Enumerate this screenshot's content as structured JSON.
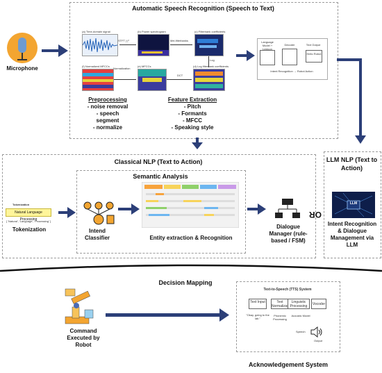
{
  "colors": {
    "arrow": "#2c3f78",
    "dashed": "#9a9a9a",
    "mic_body": "#f3a531",
    "mic_head": "#6e9bd1"
  },
  "asr": {
    "title": "Automatic Speech Recognition (Speech to Text)",
    "panels": {
      "a": "(a) Time-domain signal",
      "b": "(b) Power spectrogram",
      "c": "(c) Filterbank coefficients",
      "d": "(d) Log filterbank coefficients",
      "e": "(e) MFCCs",
      "f": "(f) Normalized MFCCs"
    },
    "stft": "STFT |·|²",
    "mel": "Mel-filterbanks",
    "log": "Log",
    "dct": "DCT",
    "normalization": "Normalization",
    "model_labels": {
      "lm": "Language Model + Lexicon",
      "decoder": "Decoder",
      "text_output": "Text Output",
      "hello": "Hello Robot",
      "intent": "Intent Recognition → Robot Action"
    },
    "preprocessing": {
      "title": "Preprocessing",
      "items": [
        "- noise removal",
        "- speech",
        "segment",
        "- normalize"
      ]
    },
    "features": {
      "title": "Feature Extraction",
      "items": [
        "- Pitch",
        "- Formants",
        "- MFCC",
        "- Speaking style"
      ]
    }
  },
  "microphone_label": "Microphone",
  "classical": {
    "title": "Classical NLP (Text to Action)",
    "semantic_title": "Semantic Analysis",
    "tokenization_head": "Tokenization",
    "tokens_text": "Natural Language Processing",
    "tokens_split": "[ 'Natural', 'Language', 'Processing' ]",
    "tokenization_label": "Tokenization",
    "intend": "Intend Classifier",
    "entity": "Entity extraction & Recognition",
    "dialogue": "Dialogue Manager (rule-based / FSM)"
  },
  "or_label": "OR",
  "llm": {
    "title": "LLM NLP (Text to Action)",
    "chip": "LLM",
    "caption": "Intent Recognition & Dialogue Management via LLM"
  },
  "decision_mapping": "Decision Mapping",
  "robot_label": "Command Executed by Robot",
  "tts": {
    "title": "Text-to-Speech (TTS) System",
    "text_input": "Text Input",
    "normalize": "Text Normalization",
    "linguistic": "Linguistic Processing",
    "vocoder": "Vocoder",
    "example": "\"Okay, going to the lab.\"",
    "phonemic": "Phonemic Processing",
    "acoustic": "Acoustic Model",
    "speech": "Speech",
    "output": "Output"
  },
  "ack": "Acknowledgement System"
}
